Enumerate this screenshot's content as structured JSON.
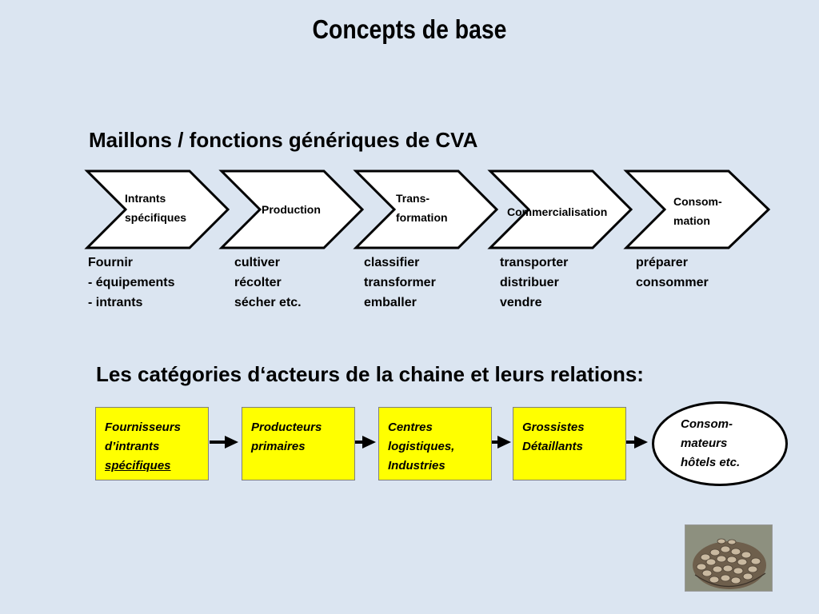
{
  "title": "Concepts de base",
  "section1": {
    "heading": "Maillons / fonctions génériques de CVA",
    "links": [
      {
        "label_lines": [
          "Intrants",
          "spécifiques"
        ],
        "functions": [
          "Fournir",
          "- équipements",
          "- intrants"
        ]
      },
      {
        "label_lines": [
          "Production"
        ],
        "functions": [
          "cultiver",
          "récolter",
          "sécher etc."
        ]
      },
      {
        "label_lines": [
          "Trans-",
          "formation"
        ],
        "functions": [
          "classifier",
          "transformer",
          "emballer"
        ]
      },
      {
        "label_lines": [
          "Commercialisation"
        ],
        "functions": [
          "transporter",
          "distribuer",
          "vendre"
        ]
      },
      {
        "label_lines": [
          "Consom-",
          "mation"
        ],
        "functions": [
          "préparer",
          "consommer"
        ]
      }
    ]
  },
  "section2": {
    "heading": "Les catégories d‘acteurs de la chaine et leurs relations:",
    "actors": [
      {
        "lines": [
          "Fournisseurs",
          "d’intrants",
          "spécifiques"
        ]
      },
      {
        "lines": [
          "Producteurs",
          "primaires"
        ]
      },
      {
        "lines": [
          "Centres",
          "logistiques,",
          "Industries"
        ]
      },
      {
        "lines": [
          "Grossistes",
          "Détaillants"
        ]
      }
    ],
    "consumer": {
      "lines": [
        "Consom-",
        "mateurs",
        "hôtels etc."
      ]
    }
  },
  "colors": {
    "background": "#dbe5f1",
    "actor_fill": "#ffff00",
    "chevron_fill": "#ffffff",
    "stroke": "#000000"
  }
}
